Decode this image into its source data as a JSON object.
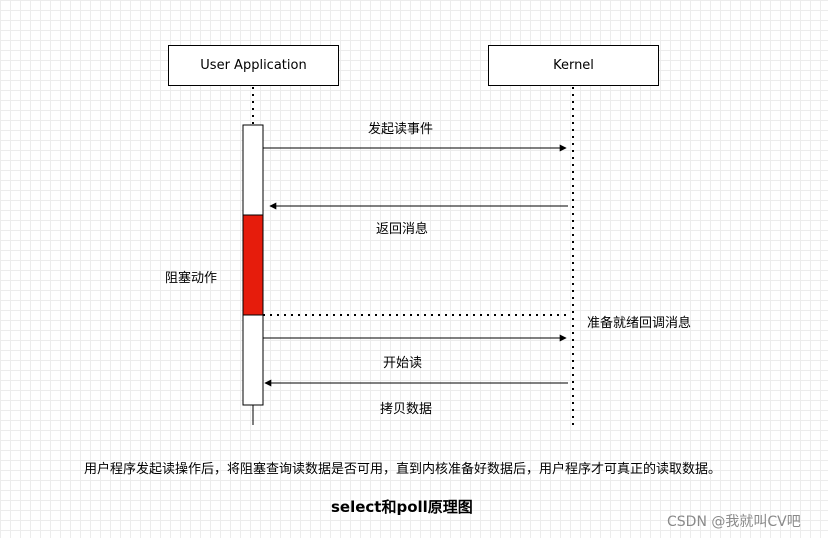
{
  "participants": {
    "user": "User Application",
    "kernel": "Kernel"
  },
  "messages": {
    "initiate_read": "发起读事件",
    "return_message": "返回消息",
    "block_action": "阻塞动作",
    "ready_callback": "准备就绪回调消息",
    "start_read": "开始读",
    "copy_data": "拷贝数据"
  },
  "caption": "用户程序发起读操作后，将阻塞查询读数据是否可用，直到内核准备好数据后，用户程序才可真正的读取数据。",
  "title": "select和poll原理图",
  "watermark": "CSDN @我就叫CV吧",
  "colors": {
    "block": "#e61c0c",
    "line": "#000000"
  }
}
